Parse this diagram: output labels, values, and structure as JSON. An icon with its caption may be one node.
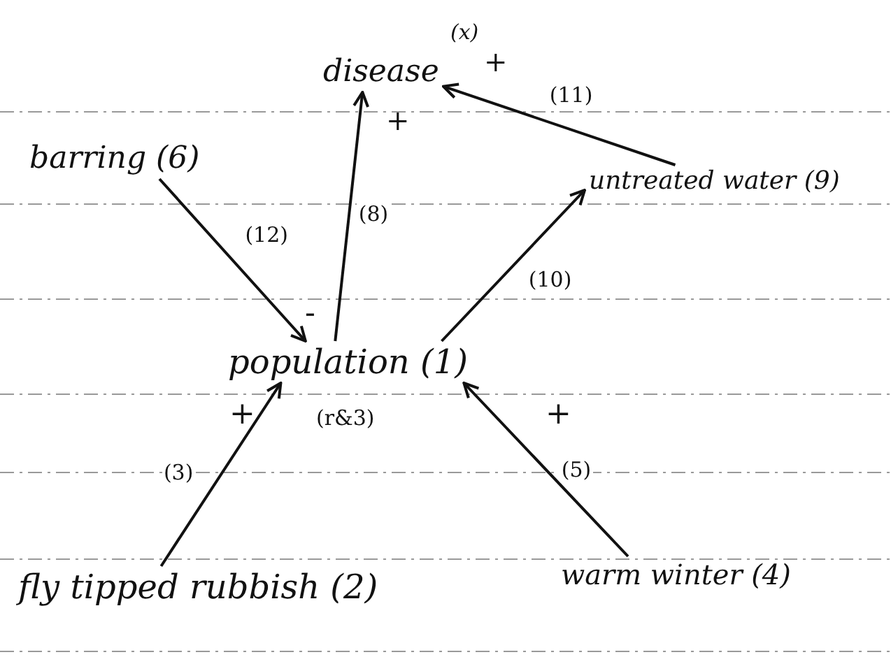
{
  "diagram": {
    "nodes": [
      {
        "text": [
          "disease"
        ],
        "beside": [
          "(x)"
        ]
      },
      {
        "text": [
          "barring (6)"
        ]
      },
      {
        "text": [
          "untreated water (9)"
        ]
      },
      {
        "text": [
          "population (1)"
        ]
      },
      {
        "text": [
          "fly tipped rubbish (2)"
        ]
      },
      {
        "text": [
          "warm winter (4)"
        ]
      }
    ],
    "edges": [
      {
        "from": 1,
        "to": 3,
        "arrow": "to",
        "label": "(12)"
      },
      {
        "from": 3,
        "to": 0,
        "arrow": "to",
        "label": "(8)"
      },
      {
        "from": 3,
        "to": 2,
        "arrow": "to",
        "label": "(10)"
      },
      {
        "from": 2,
        "to": 0,
        "arrow": "to",
        "label": "(11)"
      },
      {
        "from": 4,
        "to": 3,
        "arrow": "to",
        "label": "(3)"
      },
      {
        "from": 5,
        "to": 3,
        "arrow": "to",
        "label": "(5)"
      }
    ],
    "labels": [
      "+",
      "+",
      "-",
      "+",
      "(r&3)",
      "+"
    ]
  }
}
